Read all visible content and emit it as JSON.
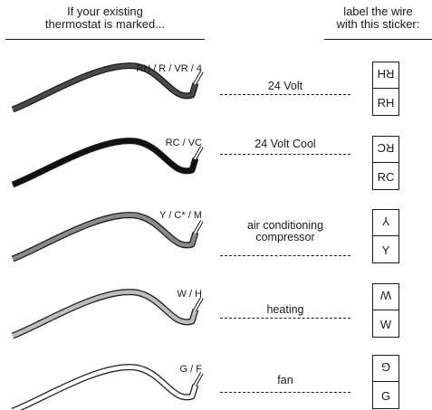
{
  "header": {
    "left_lines": [
      "If your existing",
      "thermostat is marked..."
    ],
    "right_lines": [
      "label the wire",
      "with this sticker:"
    ]
  },
  "rows": [
    {
      "terminals": "RH / R / VR / 4",
      "description": [
        "24 Volt"
      ],
      "sticker": "RH",
      "wire_color": "#4a4a4a"
    },
    {
      "terminals": "RC / VC",
      "description": [
        "24 Volt Cool"
      ],
      "sticker": "RC",
      "wire_color": "#111111"
    },
    {
      "terminals": "Y / C* / M",
      "description": [
        "air conditioning",
        "compressor"
      ],
      "sticker": "Y",
      "wire_color": "#8a8a8a"
    },
    {
      "terminals": "W / H",
      "description": [
        "heating"
      ],
      "sticker": "W",
      "wire_color": "#bdbdbd"
    },
    {
      "terminals": "G / F",
      "description": [
        "fan"
      ],
      "sticker": "G",
      "wire_color": "#ffffff"
    }
  ]
}
